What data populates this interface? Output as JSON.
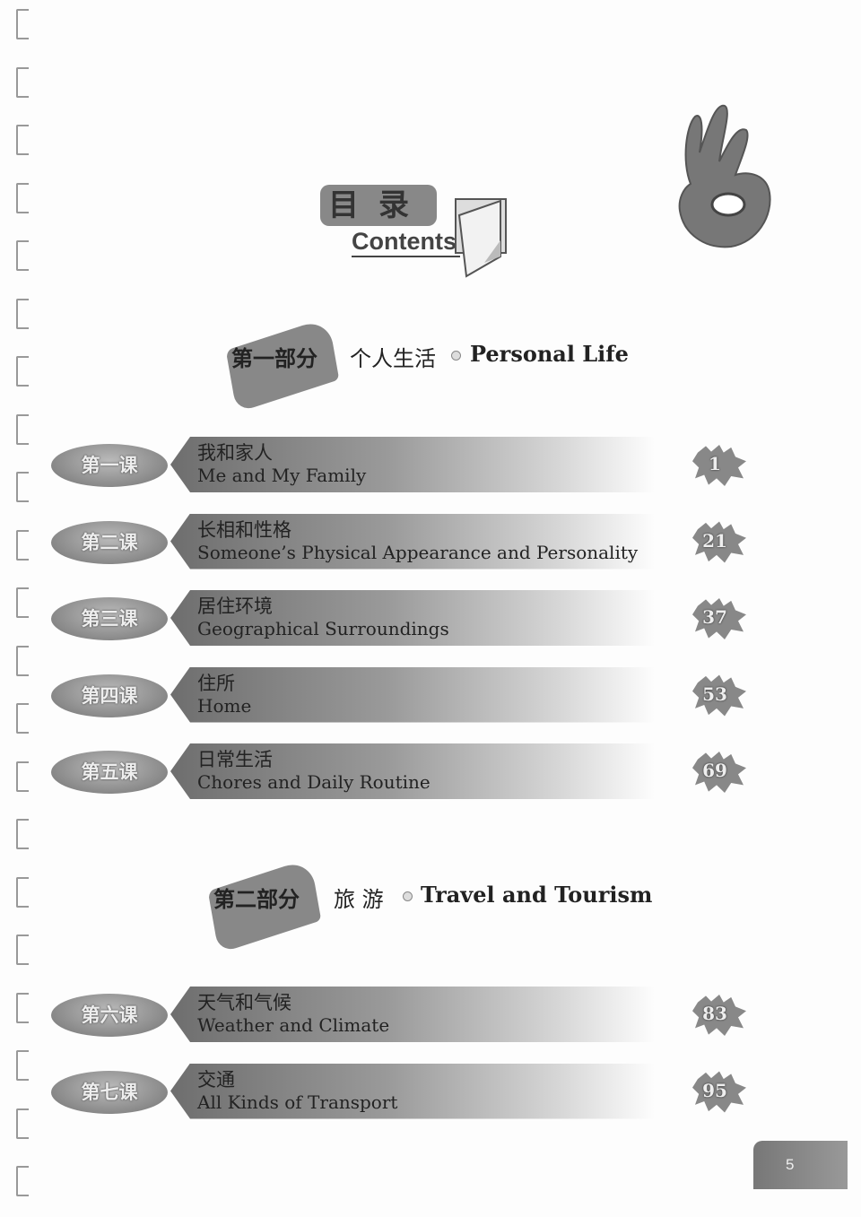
{
  "header": {
    "title_cn": "目录",
    "title_en": "Contents"
  },
  "parts": [
    {
      "label": "第一部分",
      "title_cn": "个人生活",
      "title_en": "Personal Life",
      "lessons": [
        {
          "label": "第一课",
          "title_cn": "我和家人",
          "title_en": "Me and My Family",
          "page": "1"
        },
        {
          "label": "第二课",
          "title_cn": "长相和性格",
          "title_en": "Someone’s Physical Appearance and Personality",
          "page": "21"
        },
        {
          "label": "第三课",
          "title_cn": "居住环境",
          "title_en": "Geographical Surroundings",
          "page": "37"
        },
        {
          "label": "第四课",
          "title_cn": "住所",
          "title_en": "Home",
          "page": "53"
        },
        {
          "label": "第五课",
          "title_cn": "日常生活",
          "title_en": "Chores and Daily Routine",
          "page": "69"
        }
      ]
    },
    {
      "label": "第二部分",
      "title_cn": "旅  游",
      "title_en": "Travel and Tourism",
      "lessons": [
        {
          "label": "第六课",
          "title_cn": "天气和气候",
          "title_en": "Weather and Climate",
          "page": "83"
        },
        {
          "label": "第七课",
          "title_cn": "交通",
          "title_en": "All Kinds of Transport",
          "page": "95"
        }
      ]
    }
  ],
  "footer": {
    "page_number": "5"
  },
  "icons": [
    "spiral-ring-icon",
    "document-icon",
    "ok-hand-icon",
    "page-splash-icon"
  ]
}
